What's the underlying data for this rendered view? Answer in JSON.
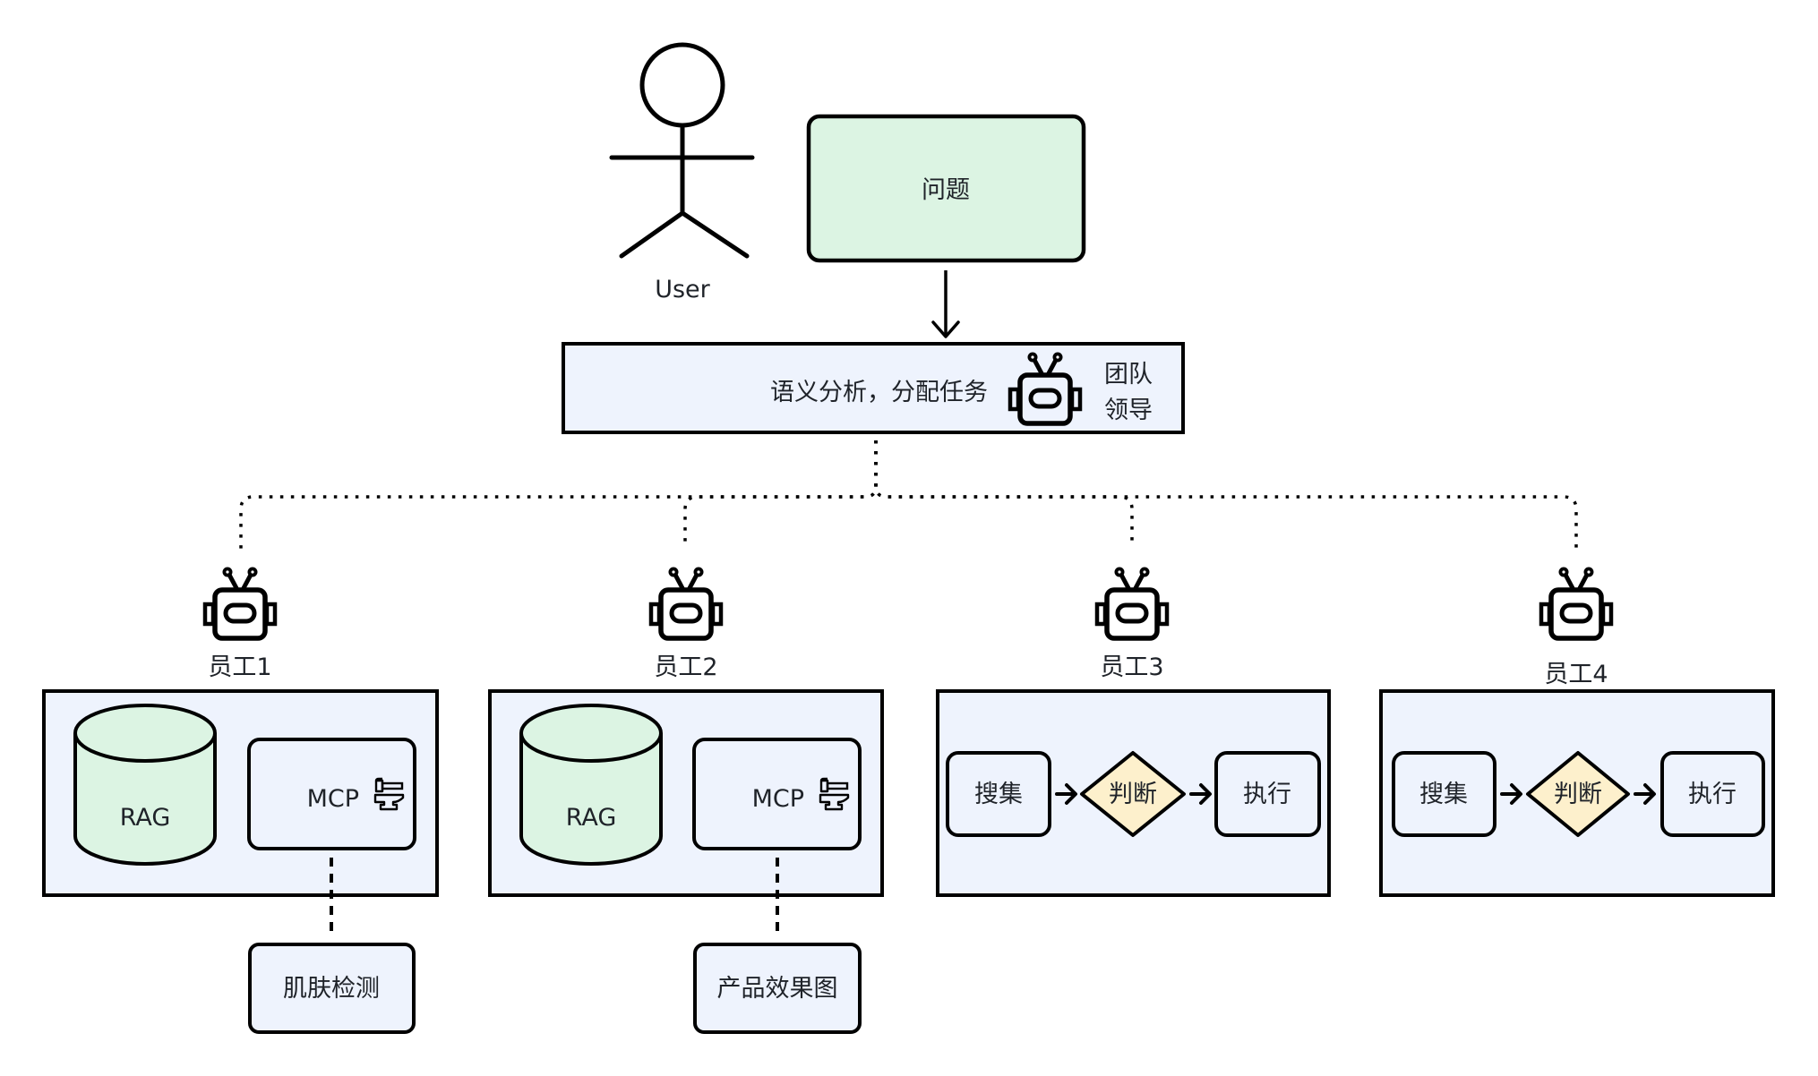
{
  "colors": {
    "stroke": "#000000",
    "text": "#1f2329",
    "question_fill": "#dcf4e3",
    "container_fill": "#eef3fd",
    "database_fill": "#dcf4e3",
    "decision_fill": "#fdf0cc",
    "background": "#ffffff"
  },
  "user": {
    "label": "User",
    "icon": "stick-figure-icon"
  },
  "question": {
    "label": "问题"
  },
  "leader": {
    "task": "语义分析，分配任务",
    "role_line1": "团队",
    "role_line2": "领导",
    "icon": "robot-icon"
  },
  "workers": [
    {
      "label": "员工1",
      "icon": "robot-icon",
      "database": {
        "label": "RAG"
      },
      "tool": {
        "label": "MCP",
        "icon": "anvil-icon"
      },
      "output": {
        "label": "肌肤检测"
      }
    },
    {
      "label": "员工2",
      "icon": "robot-icon",
      "database": {
        "label": "RAG"
      },
      "tool": {
        "label": "MCP",
        "icon": "anvil-icon"
      },
      "output": {
        "label": "产品效果图"
      }
    },
    {
      "label": "员工3",
      "icon": "robot-icon",
      "flow": {
        "collect": "搜集",
        "judge": "判断",
        "execute": "执行"
      }
    },
    {
      "label": "员工4",
      "icon": "robot-icon",
      "flow": {
        "collect": "搜集",
        "judge": "判断",
        "execute": "执行"
      }
    }
  ]
}
